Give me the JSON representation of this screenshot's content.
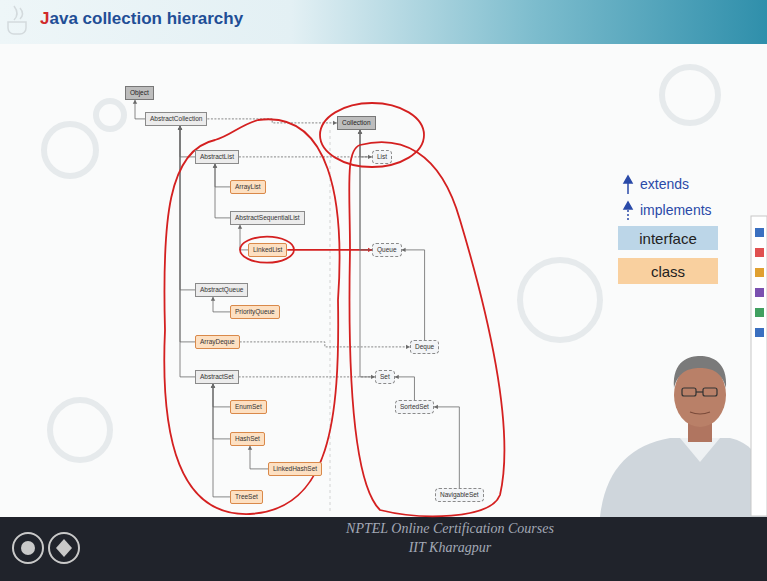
{
  "diagram": {
    "title": "Java collection hierarchy",
    "nodes": [
      {
        "text": [
          "Object"
        ]
      },
      {
        "text": [
          "AbstractCollection"
        ]
      },
      {
        "text": [
          "Collection"
        ]
      },
      {
        "text": [
          "AbstractList"
        ]
      },
      {
        "text": [
          "List"
        ]
      },
      {
        "text": [
          "ArrayList"
        ]
      },
      {
        "text": [
          "AbstractSequentialList"
        ]
      },
      {
        "text": [
          "LinkedList"
        ]
      },
      {
        "text": [
          "Queue"
        ]
      },
      {
        "text": [
          "AbstractQueue"
        ]
      },
      {
        "text": [
          "PriorityQueue"
        ]
      },
      {
        "text": [
          "ArrayDeque"
        ]
      },
      {
        "text": [
          "Deque"
        ]
      },
      {
        "text": [
          "AbstractSet"
        ]
      },
      {
        "text": [
          "Set"
        ]
      },
      {
        "text": [
          "SortedSet"
        ]
      },
      {
        "text": [
          "EnumSet"
        ]
      },
      {
        "text": [
          "HashSet"
        ]
      },
      {
        "text": [
          "LinkedHashSet"
        ]
      },
      {
        "text": [
          "TreeSet"
        ]
      },
      {
        "text": [
          "NavigableSet"
        ]
      }
    ],
    "edges": [
      {
        "from": 1,
        "to": 0,
        "arrow": "to"
      },
      {
        "from": 1,
        "to": 2,
        "arrow": "to"
      },
      {
        "from": 3,
        "to": 1,
        "arrow": "to"
      },
      {
        "from": 3,
        "to": 4,
        "arrow": "to"
      },
      {
        "from": 5,
        "to": 3,
        "arrow": "to"
      },
      {
        "from": 6,
        "to": 3,
        "arrow": "to"
      },
      {
        "from": 7,
        "to": 6,
        "arrow": "to"
      },
      {
        "from": 7,
        "to": 8,
        "arrow": "to"
      },
      {
        "from": 9,
        "to": 1,
        "arrow": "to"
      },
      {
        "from": 10,
        "to": 9,
        "arrow": "to"
      },
      {
        "from": 11,
        "to": 1,
        "arrow": "to"
      },
      {
        "from": 11,
        "to": 12,
        "arrow": "to"
      },
      {
        "from": 13,
        "to": 1,
        "arrow": "to"
      },
      {
        "from": 13,
        "to": 14,
        "arrow": "to"
      },
      {
        "from": 16,
        "to": 13,
        "arrow": "to"
      },
      {
        "from": 17,
        "to": 13,
        "arrow": "to"
      },
      {
        "from": 18,
        "to": 17,
        "arrow": "to"
      },
      {
        "from": 19,
        "to": 13,
        "arrow": "to"
      },
      {
        "from": 4,
        "to": 2,
        "arrow": "to"
      },
      {
        "from": 8,
        "to": 2,
        "arrow": "to"
      },
      {
        "from": 14,
        "to": 2,
        "arrow": "to"
      },
      {
        "from": 12,
        "to": 8,
        "arrow": "to"
      },
      {
        "from": 15,
        "to": 14,
        "arrow": "to"
      },
      {
        "from": 20,
        "to": 15,
        "arrow": "to"
      }
    ],
    "labels": [
      "NPTEL Online Certification Courses",
      "IIT Kharagpur"
    ],
    "legend": [
      {
        "text": "extends"
      },
      {
        "text": "implements"
      },
      {
        "text": "interface",
        "color": "#bcd6e8"
      },
      {
        "text": "class",
        "color": "#f9d09f"
      }
    ]
  }
}
